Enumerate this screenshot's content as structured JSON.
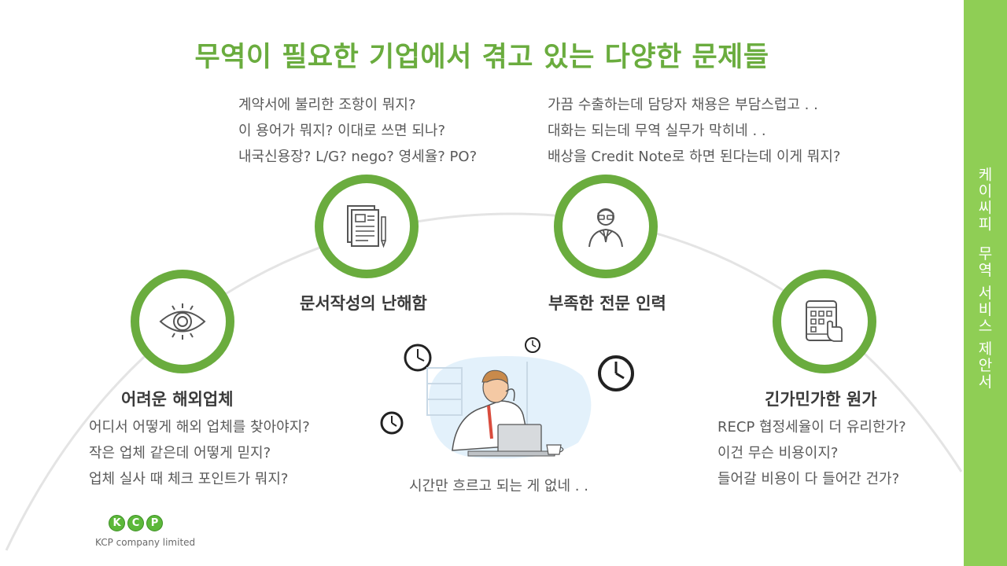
{
  "title": "무역이 필요한 기업에서 겪고 있는 다양한 문제들",
  "sidebar": {
    "text": "케이씨피  무역 서비스 제안서",
    "color": "#8fce55"
  },
  "accent_color": "#6aac3e",
  "items": [
    {
      "heading": "어려운 해외업체",
      "icon": "eye-icon",
      "lines": [
        "어디서 어떻게 해외 업체를 찾아야지?",
        "작은 업체 같은데 어떻게 믿지?",
        "업체 실사 때 체크 포인트가 뭐지?"
      ]
    },
    {
      "heading": "문서작성의 난해함",
      "icon": "document-pen-icon",
      "lines": [
        "계약서에 불리한 조항이 뭐지?",
        "이 용어가 뭐지? 이대로 쓰면 되나?",
        "내국신용장? L/G? nego? 영세율? PO?"
      ]
    },
    {
      "heading": "부족한 전문 인력",
      "icon": "person-glasses-icon",
      "lines": [
        "가끔 수출하는데 담당자 채용은 부담스럽고 . .",
        "대화는 되는데 무역 실무가 막히네 . .",
        "배상을 Credit Note로 하면 된다는데 이게 뭐지?"
      ]
    },
    {
      "heading": "긴가민가한 원가",
      "icon": "tablet-touch-icon",
      "lines": [
        "RECP 협정세율이 더 유리한가?",
        "이건 무슨 비용이지?",
        "들어갈 비용이 다 들어간 건가?"
      ]
    }
  ],
  "center_caption": "시간만 흐르고 되는 게 없네 . .",
  "logo": {
    "letters": [
      "K",
      "C",
      "P"
    ],
    "company": "KCP company limited"
  }
}
